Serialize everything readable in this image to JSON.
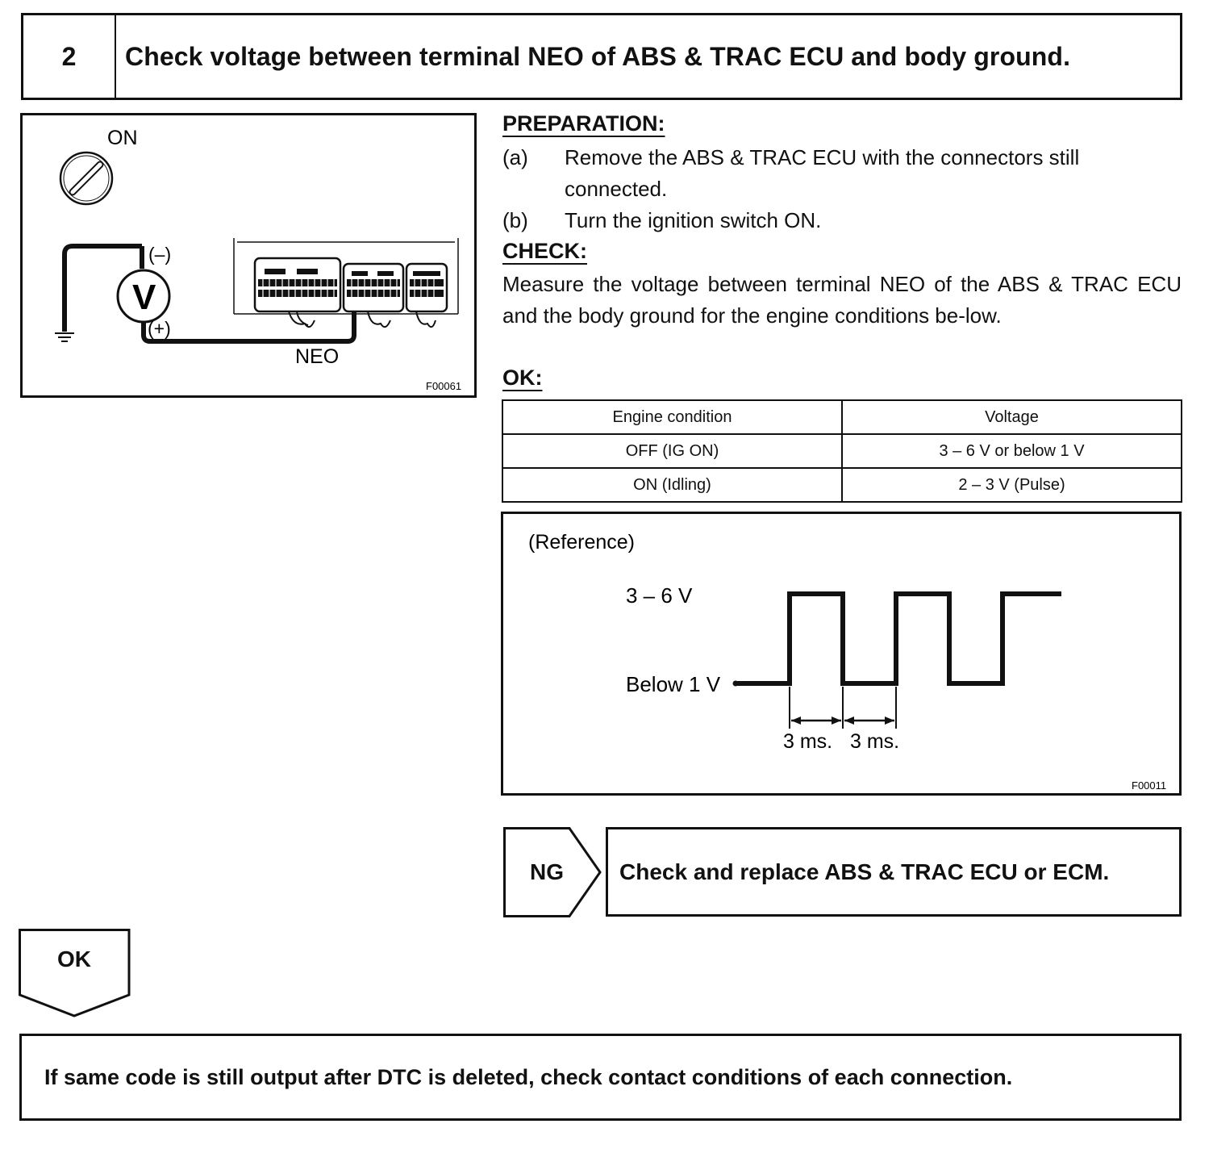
{
  "step": {
    "number": "2",
    "title": "Check voltage between terminal NEO of ABS & TRAC ECU and body ground."
  },
  "wiring_figure": {
    "switch_label": "ON",
    "meter_symbol": "V",
    "minus_label": "(–)",
    "plus_label": "(+)",
    "terminal_label": "NEO",
    "figure_code": "F00061",
    "icons": [
      "ignition-key-icon",
      "voltmeter-icon",
      "ground-icon",
      "connector-icon"
    ]
  },
  "preparation": {
    "heading": "PREPARATION:",
    "steps": [
      {
        "label": "(a)",
        "text": "Remove the ABS & TRAC ECU with the connectors still connected."
      },
      {
        "label": "(b)",
        "text": "Turn the ignition switch ON."
      }
    ]
  },
  "check": {
    "heading": "CHECK:",
    "text": "Measure the voltage between terminal NEO of the ABS & TRAC ECU and the body ground for the engine conditions be-low."
  },
  "ok_section": {
    "heading": "OK:",
    "table": {
      "headers": [
        "Engine condition",
        "Voltage"
      ],
      "rows": [
        [
          "OFF (IG ON)",
          "3 – 6 V or below 1 V"
        ],
        [
          "ON (Idling)",
          "2 – 3 V (Pulse)"
        ]
      ]
    }
  },
  "reference": {
    "title": "(Reference)",
    "high_label": "3 – 6 V",
    "low_label": "Below 1 V",
    "period_label_1": "3 ms.",
    "period_label_2": "3 ms.",
    "figure_code": "F00011"
  },
  "ng_result": {
    "tag": "NG",
    "text": "Check and replace ABS & TRAC ECU or ECM."
  },
  "ok_result": {
    "tag": "OK"
  },
  "final_result": {
    "text": "If same code is still output after DTC is deleted, check contact conditions of each connection."
  }
}
